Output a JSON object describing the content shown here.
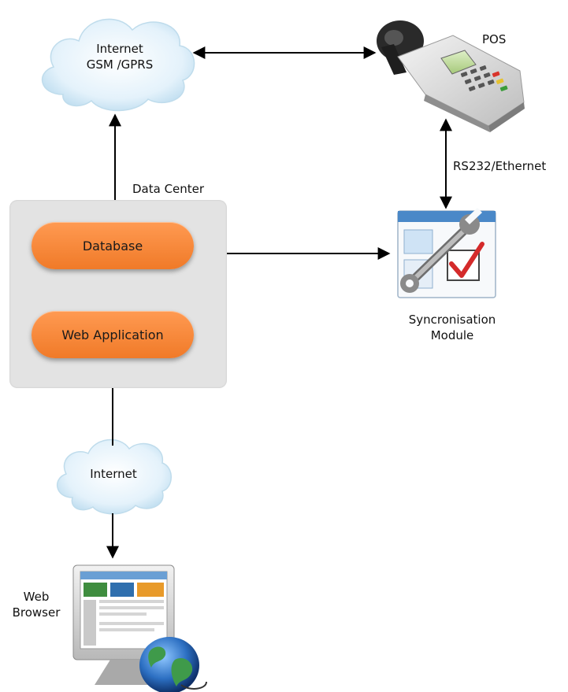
{
  "clouds": {
    "top": {
      "line1": "Internet",
      "line2": "GSM /GPRS"
    },
    "bottom": {
      "label": "Internet"
    }
  },
  "pos": {
    "label": "POS",
    "link_label": "RS232/Ethernet"
  },
  "data_center": {
    "title": "Data Center",
    "database": "Database",
    "web_application": "Web Application"
  },
  "sync_module": {
    "line1": "Syncronisation",
    "line2": "Module"
  },
  "browser": {
    "line1": "Web",
    "line2": "Browser"
  },
  "icons": {
    "pos": "pos-terminal-icon",
    "sync": "wrench-window-icon",
    "browser": "monitor-globe-icon"
  },
  "colors": {
    "pill": "#f58634",
    "cloud": "#d6eaf8",
    "container": "#e3e3e3",
    "arrow": "#000000"
  }
}
